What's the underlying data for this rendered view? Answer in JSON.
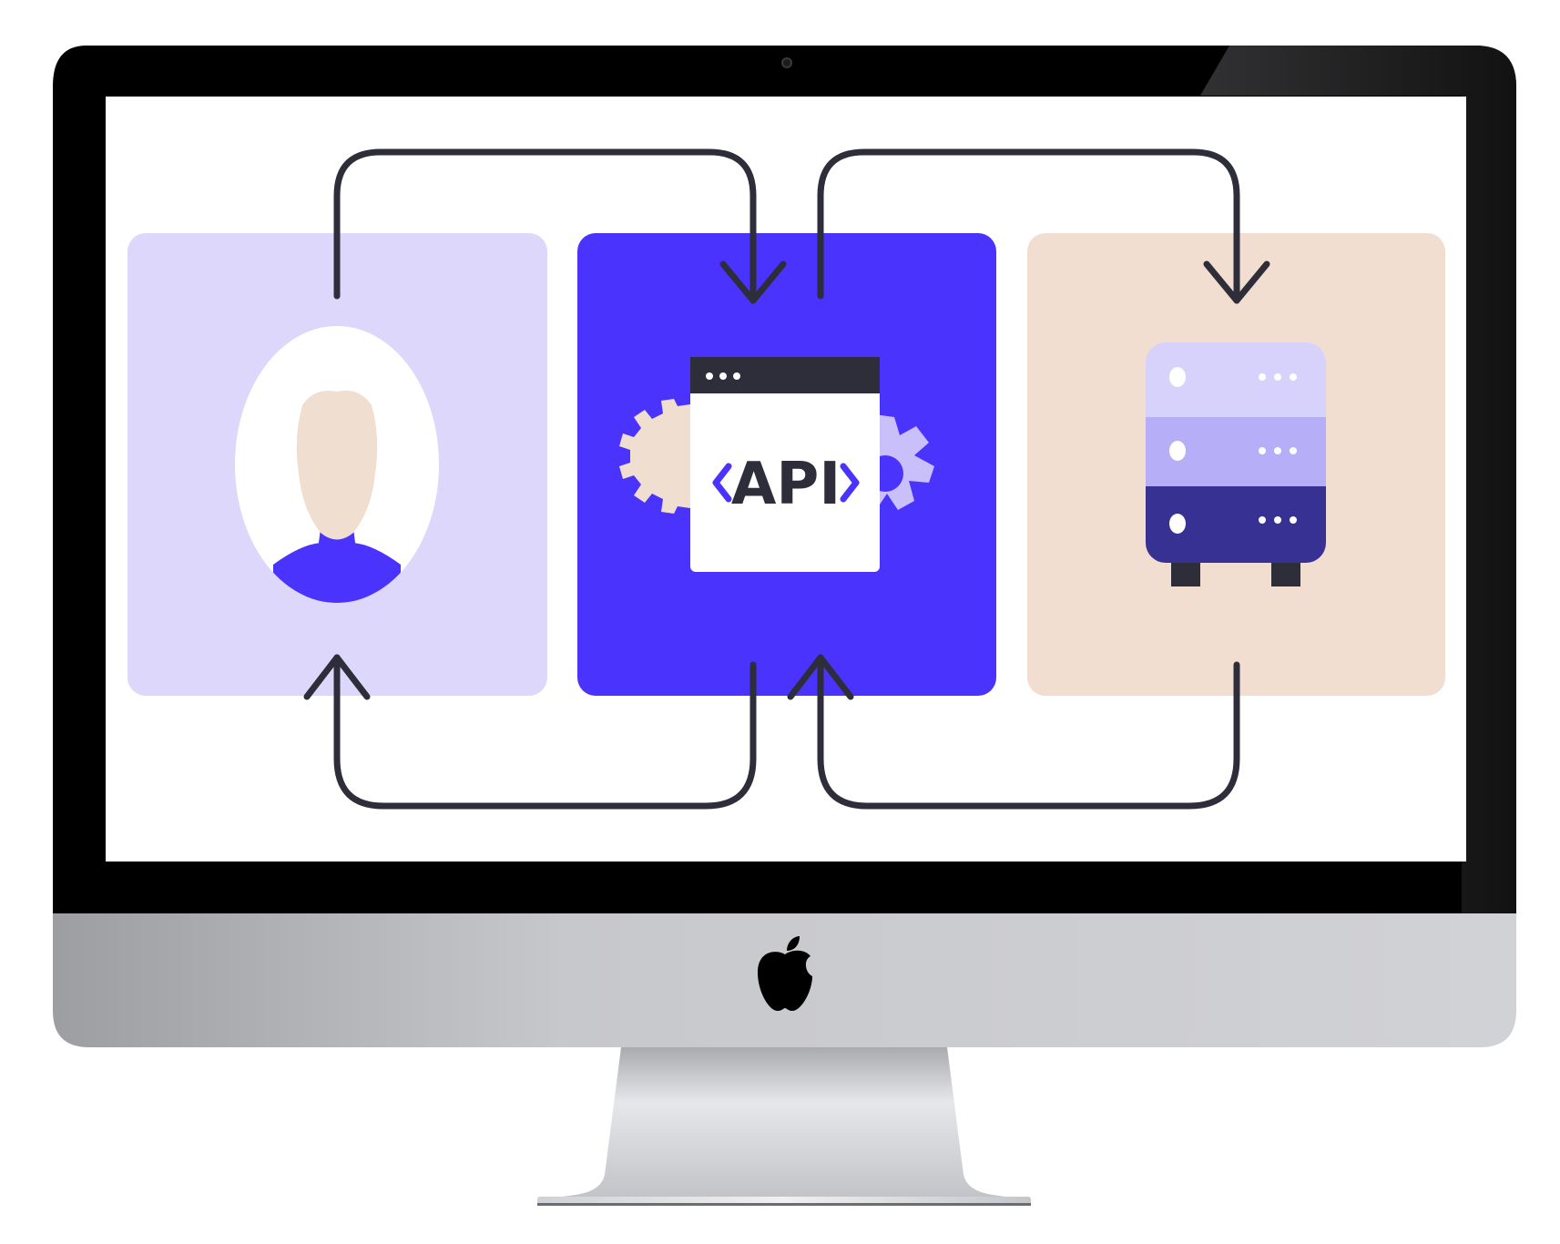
{
  "device": {
    "type": "desktop monitor",
    "logo_icon": "apple-logo-icon",
    "bezel_color": "#000000",
    "chin_color": "#c4c5c9",
    "stand_color": "#c9cacd"
  },
  "diagram": {
    "center_label": "API",
    "colors": {
      "client_panel": "#ddd8fb",
      "api_panel": "#4a33fd",
      "server_panel": "#f1ded0",
      "arrow": "#2e2e3a",
      "skin": "#f0dfd0",
      "accent": "#4a33fd",
      "server_top": "#d6d2fc",
      "server_mid": "#b7aef8",
      "server_bottom": "#363193",
      "gear": "#f0dfd0",
      "gear_right": "#c9c0fb"
    },
    "nodes": [
      {
        "id": "client",
        "icon": "user-avatar-icon"
      },
      {
        "id": "api",
        "icon": "api-window-icon"
      },
      {
        "id": "server",
        "icon": "server-rack-icon"
      }
    ],
    "flows": [
      {
        "from": "client",
        "to": "api"
      },
      {
        "from": "api",
        "to": "server"
      },
      {
        "from": "server",
        "to": "api"
      },
      {
        "from": "api",
        "to": "client"
      }
    ]
  }
}
